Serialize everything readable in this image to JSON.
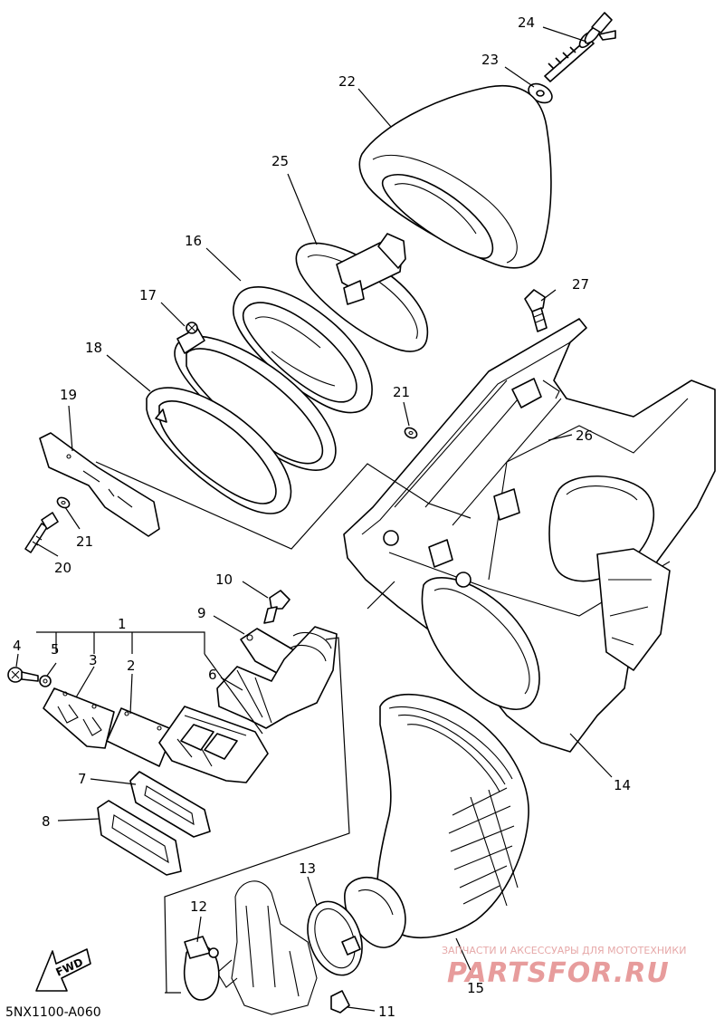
{
  "diagram_code": "5NX1100-A060",
  "fwd_label": "FWD",
  "watermark": {
    "subtitle": "ЗАПЧАСТИ И АКСЕССУАРЫ ДЛЯ МОТОТЕХНИКИ",
    "brand": "PARTSFOR.RU"
  },
  "callouts": {
    "c1": "1",
    "c2": "2",
    "c3": "3",
    "c4": "4",
    "c5": "5",
    "c6": "6",
    "c7": "7",
    "c8": "8",
    "c9": "9",
    "c10": "10",
    "c11": "11",
    "c12": "12",
    "c13": "13",
    "c14": "14",
    "c15": "15",
    "c16": "16",
    "c17": "17",
    "c18": "18",
    "c19": "19",
    "c20": "20",
    "c21a": "21",
    "c21b": "21",
    "c22": "22",
    "c23": "23",
    "c24": "24",
    "c25": "25",
    "c26": "26",
    "c27": "27"
  },
  "colors": {
    "line": "#000000",
    "watermark": "#e79c9c"
  }
}
